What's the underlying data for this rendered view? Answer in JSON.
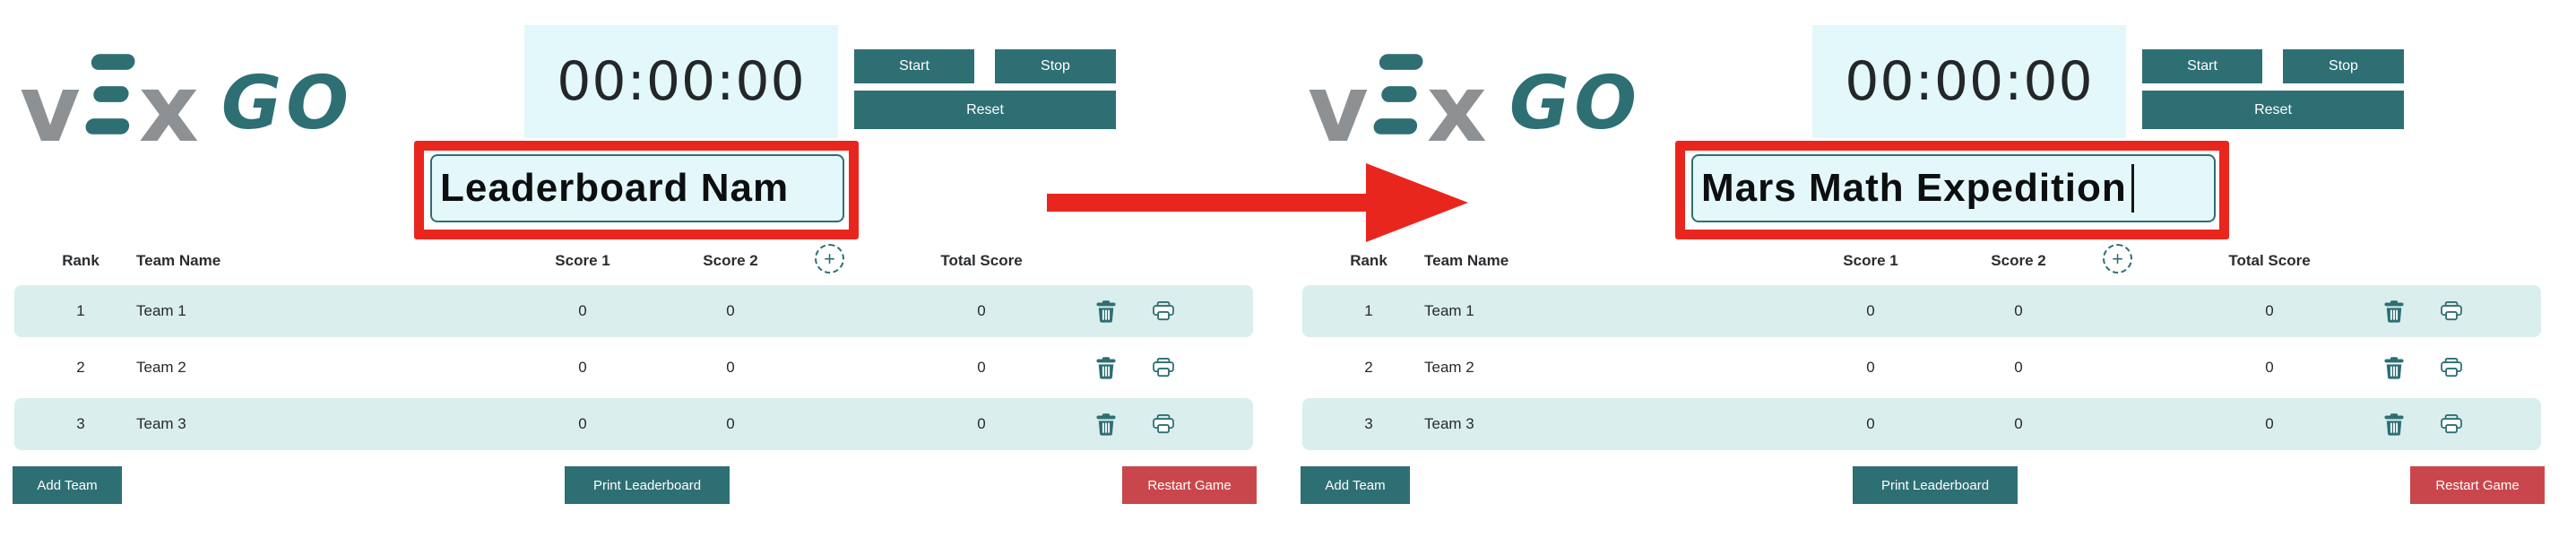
{
  "colors": {
    "teal": "#2e6f74",
    "row_highlight": "#daeeed",
    "timer_background": "#e2f8fb",
    "input_background": "#e4f8fb",
    "annotation_red": "#e9261d",
    "restart_red": "#c9474c",
    "logo_gray": "#8e9194",
    "text_dark": "#26292c"
  },
  "annotation": {
    "arrow": "arrow-right-icon",
    "arrow_color": "#e9261d",
    "highlight_color": "#e9261d"
  },
  "icons": {
    "delete": "trash-icon",
    "print": "printer-icon",
    "add_column": "plus-circle-icon",
    "logo_e": "vex-e-icon"
  },
  "panels": [
    {
      "logo": {
        "v": "v",
        "x": "x",
        "go": "GO",
        "brand": "VEX GO"
      },
      "timer": {
        "value": "00:00:00",
        "start_label": "Start",
        "stop_label": "Stop",
        "reset_label": "Reset"
      },
      "leaderboard_name": {
        "value": "Leaderboard Nam",
        "highlighted": true,
        "caret_visible": false
      },
      "table": {
        "headers": {
          "rank": "Rank",
          "team": "Team Name",
          "score1": "Score 1",
          "score2": "Score 2",
          "total": "Total Score"
        },
        "add_score_label": "+",
        "rows": [
          {
            "rank": "1",
            "team": "Team 1",
            "score1": "0",
            "score2": "0",
            "total": "0"
          },
          {
            "rank": "2",
            "team": "Team 2",
            "score1": "0",
            "score2": "0",
            "total": "0"
          },
          {
            "rank": "3",
            "team": "Team 3",
            "score1": "0",
            "score2": "0",
            "total": "0"
          }
        ]
      },
      "footer": {
        "add_team": "Add Team",
        "print": "Print Leaderboard",
        "restart": "Restart Game"
      }
    },
    {
      "logo": {
        "v": "v",
        "x": "x",
        "go": "GO",
        "brand": "VEX GO"
      },
      "timer": {
        "value": "00:00:00",
        "start_label": "Start",
        "stop_label": "Stop",
        "reset_label": "Reset"
      },
      "leaderboard_name": {
        "value": "Mars Math Expedition",
        "highlighted": true,
        "caret_visible": true
      },
      "table": {
        "headers": {
          "rank": "Rank",
          "team": "Team Name",
          "score1": "Score 1",
          "score2": "Score 2",
          "total": "Total Score"
        },
        "add_score_label": "+",
        "rows": [
          {
            "rank": "1",
            "team": "Team 1",
            "score1": "0",
            "score2": "0",
            "total": "0"
          },
          {
            "rank": "2",
            "team": "Team 2",
            "score1": "0",
            "score2": "0",
            "total": "0"
          },
          {
            "rank": "3",
            "team": "Team 3",
            "score1": "0",
            "score2": "0",
            "total": "0"
          }
        ]
      },
      "footer": {
        "add_team": "Add Team",
        "print": "Print Leaderboard",
        "restart": "Restart Game"
      }
    }
  ]
}
